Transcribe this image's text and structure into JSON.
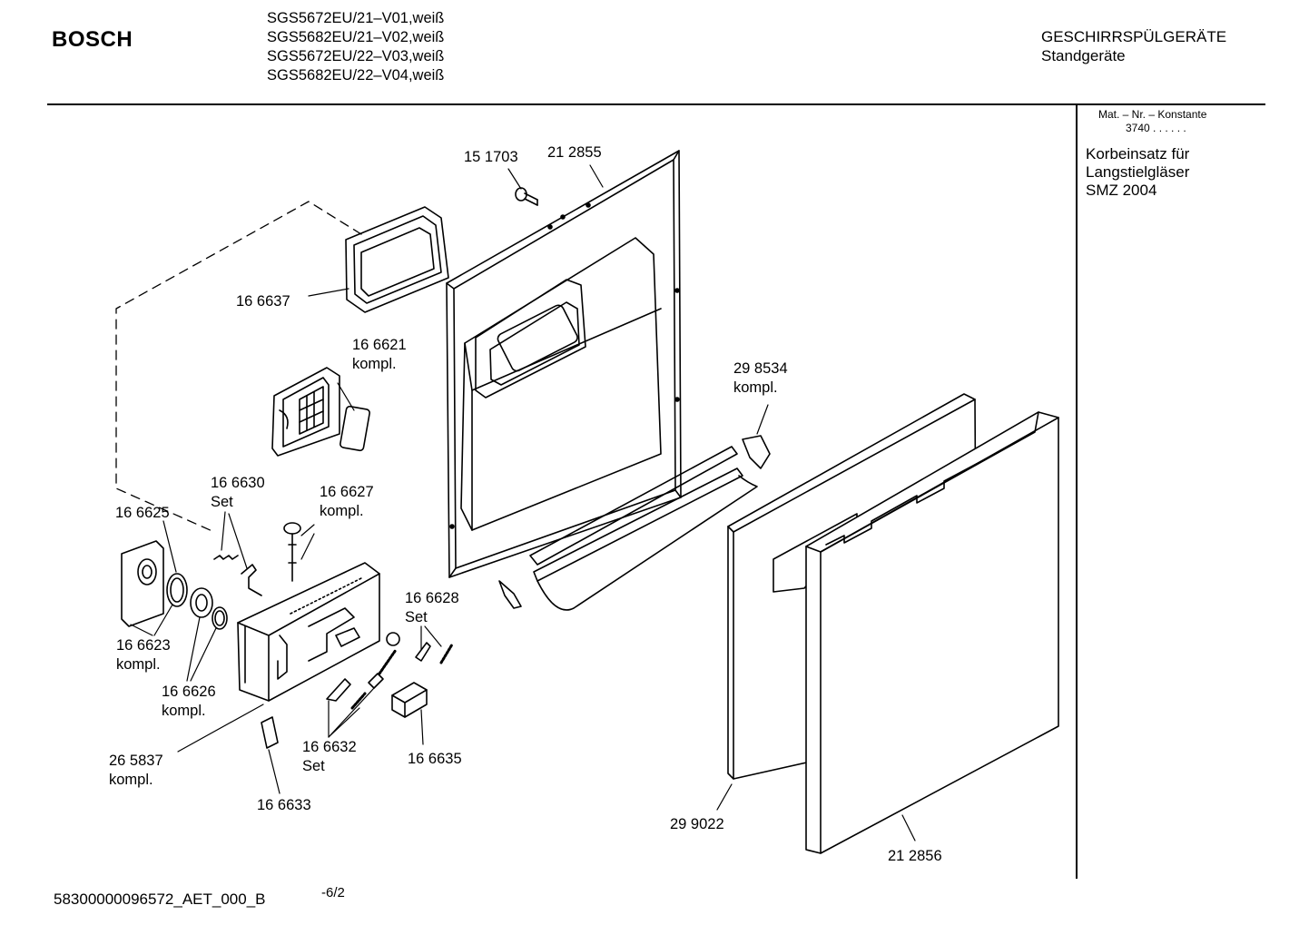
{
  "header": {
    "brand": "BOSCH",
    "models": [
      "SGS5672EU/21–V01,weiß",
      "SGS5682EU/21–V02,weiß",
      "SGS5672EU/22–V03,weiß",
      "SGS5682EU/22–V04,weiß"
    ],
    "category_line1": "GESCHIRRSPÜLGERÄTE",
    "category_line2": "Standgeräte"
  },
  "sidebar": {
    "mat_header": "Mat. – Nr. – Konstante",
    "mat_value": "3740  .  .  .  .  .  .",
    "note_line1": "Korbeinsatz für",
    "note_line2": "Langstielgläser",
    "note_line3": "SMZ 2004"
  },
  "parts": [
    {
      "number": "15 1703",
      "suffix": ""
    },
    {
      "number": "21 2855",
      "suffix": ""
    },
    {
      "number": "16 6637",
      "suffix": ""
    },
    {
      "number": "16 6621",
      "suffix": "kompl."
    },
    {
      "number": "29 8534",
      "suffix": "kompl."
    },
    {
      "number": "16 6630",
      "suffix": "Set"
    },
    {
      "number": "16 6627",
      "suffix": "kompl."
    },
    {
      "number": "16 6625",
      "suffix": ""
    },
    {
      "number": "16 6628",
      "suffix": "Set"
    },
    {
      "number": "16 6623",
      "suffix": "kompl."
    },
    {
      "number": "16 6626",
      "suffix": "kompl."
    },
    {
      "number": "26 5837",
      "suffix": "kompl."
    },
    {
      "number": "16 6632",
      "suffix": "Set"
    },
    {
      "number": "16 6635",
      "suffix": ""
    },
    {
      "number": "16 6633",
      "suffix": ""
    },
    {
      "number": "29 9022",
      "suffix": ""
    },
    {
      "number": "21 2856",
      "suffix": ""
    }
  ],
  "footer": {
    "doc_id": "58300000096572_AET_000_B",
    "page": "-6/2"
  }
}
